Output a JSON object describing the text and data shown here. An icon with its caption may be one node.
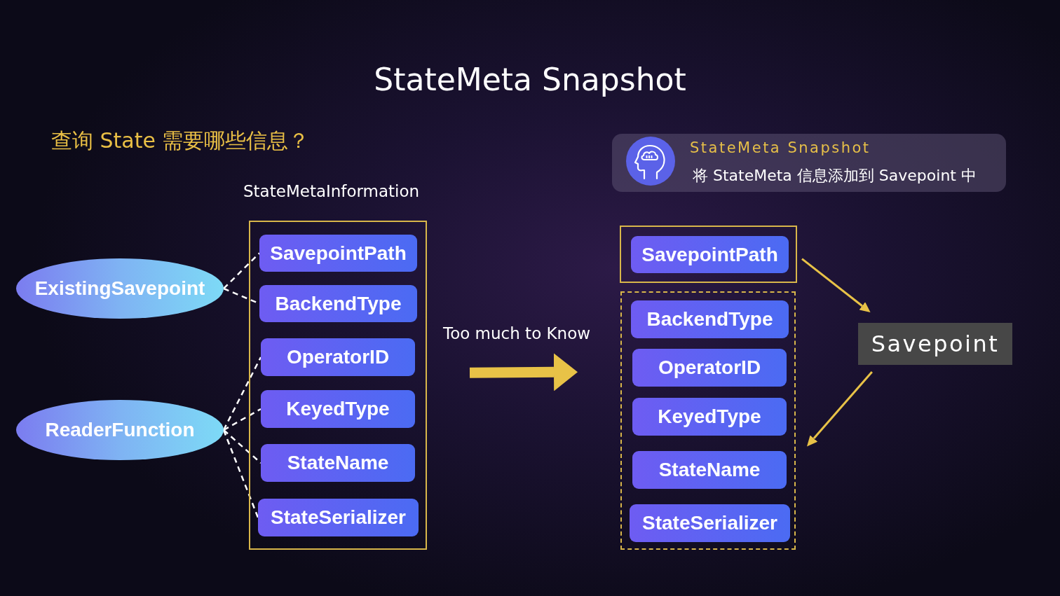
{
  "diagram": {
    "title": "StateMeta Snapshot",
    "nodes": [
      {
        "text": [
          "StateMeta Snapshot",
          "将 StateMeta 信息添加到 Savepoint 中"
        ]
      },
      {
        "text": [
          "ExistingSavepoint"
        ]
      },
      {
        "text": [
          "ReaderFunction"
        ]
      },
      {
        "text": [
          "StateMetaInformation"
        ]
      },
      {
        "text": [
          "SavepointPath"
        ],
        "in": 3
      },
      {
        "text": [
          "BackendType"
        ],
        "in": 3
      },
      {
        "text": [
          "OperatorID"
        ],
        "in": 3
      },
      {
        "text": [
          "KeyedType"
        ],
        "in": 3
      },
      {
        "text": [
          "StateName"
        ],
        "in": 3
      },
      {
        "text": [
          "StateSerializer"
        ],
        "in": 3
      },
      {
        "text": [],
        "shape": "box"
      },
      {
        "text": [
          "SavepointPath"
        ],
        "in": 10
      },
      {
        "text": [],
        "shape": "box"
      },
      {
        "text": [
          "BackendType"
        ],
        "in": 12
      },
      {
        "text": [
          "OperatorID"
        ],
        "in": 12
      },
      {
        "text": [
          "KeyedType"
        ],
        "in": 12
      },
      {
        "text": [
          "StateName"
        ],
        "in": 12
      },
      {
        "text": [
          "StateSerializer"
        ],
        "in": 12
      },
      {
        "text": [
          "Savepoint"
        ]
      }
    ],
    "edges": [
      {
        "from": 1,
        "to": 4,
        "arrow": "none",
        "style": "dashed"
      },
      {
        "from": 1,
        "to": 5,
        "arrow": "none",
        "style": "dashed"
      },
      {
        "from": 2,
        "to": 6,
        "arrow": "none",
        "style": "dashed"
      },
      {
        "from": 2,
        "to": 7,
        "arrow": "none",
        "style": "dashed"
      },
      {
        "from": 2,
        "to": 8,
        "arrow": "none",
        "style": "dashed"
      },
      {
        "from": 2,
        "to": 9,
        "arrow": "none",
        "style": "dashed"
      },
      {
        "from": 3,
        "to": 12,
        "arrow": "to",
        "label": "Too much to Know",
        "style": "thick",
        "color": "#e8c247"
      },
      {
        "from": 10,
        "to": 18,
        "arrow": "to",
        "color": "#e8c247"
      },
      {
        "from": 18,
        "to": 12,
        "arrow": "to",
        "color": "#e8c247"
      }
    ],
    "labels": [
      "查询 State 需要哪些信息？"
    ]
  }
}
